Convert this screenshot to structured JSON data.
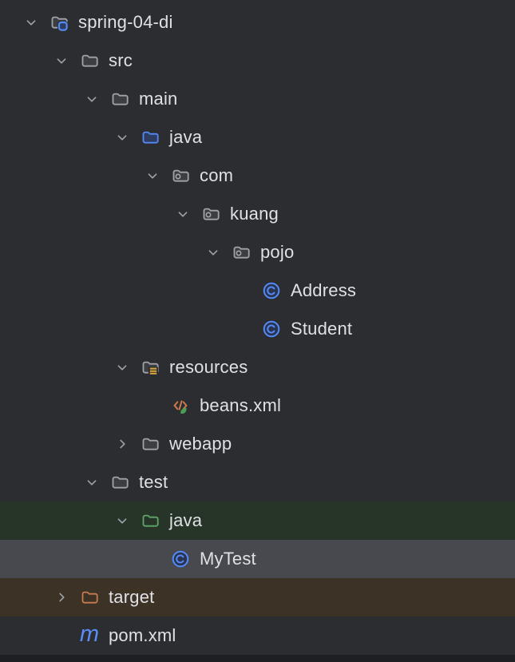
{
  "app": {
    "name": "IDE project tree panel",
    "project": "spring-04-di"
  },
  "colors": {
    "bg": "#2B2D30",
    "bottom_strip": "#1E1F22",
    "text": "#DFE1E5",
    "chevron": "#9DA0A8",
    "folder_stroke": "#A0A3AA",
    "folder_fill": "#3C3E42",
    "accent_blue": "#548AF7",
    "sources_fill": "#2E3C5F",
    "test_green": "#5FA767",
    "excluded_orange": "#C97B4F",
    "resources_yellow": "#D9A93D",
    "class_fill": "#2A3450",
    "leaf_green": "#4C9E55",
    "maven_blue": "#5C8CF5",
    "row_green": "#263528",
    "row_selected": "#47494F",
    "row_excluded": "#3D3226"
  },
  "icons": {
    "maven_glyph": "m"
  },
  "tree": {
    "rows": [
      {
        "label": "spring-04-di",
        "level": 0,
        "chevron": "down",
        "icon": "module",
        "highlight": null
      },
      {
        "label": "src",
        "level": 1,
        "chevron": "down",
        "icon": "folder",
        "highlight": null
      },
      {
        "label": "main",
        "level": 2,
        "chevron": "down",
        "icon": "folder",
        "highlight": null
      },
      {
        "label": "java",
        "level": 3,
        "chevron": "down",
        "icon": "sources-root",
        "highlight": null
      },
      {
        "label": "com",
        "level": 4,
        "chevron": "down",
        "icon": "package",
        "highlight": null
      },
      {
        "label": "kuang",
        "level": 5,
        "chevron": "down",
        "icon": "package",
        "highlight": null
      },
      {
        "label": "pojo",
        "level": 6,
        "chevron": "down",
        "icon": "package",
        "highlight": null
      },
      {
        "label": "Address",
        "level": 7,
        "chevron": null,
        "icon": "class",
        "highlight": null
      },
      {
        "label": "Student",
        "level": 7,
        "chevron": null,
        "icon": "class",
        "highlight": null
      },
      {
        "label": "resources",
        "level": 3,
        "chevron": "down",
        "icon": "resources-root",
        "highlight": null
      },
      {
        "label": "beans.xml",
        "level": 4,
        "chevron": null,
        "icon": "spring-xml",
        "highlight": null
      },
      {
        "label": "webapp",
        "level": 3,
        "chevron": "right",
        "icon": "folder",
        "highlight": null
      },
      {
        "label": "test",
        "level": 2,
        "chevron": "down",
        "icon": "folder",
        "highlight": null
      },
      {
        "label": "java",
        "level": 3,
        "chevron": "down",
        "icon": "test-sources-root",
        "highlight": "green"
      },
      {
        "label": "MyTest",
        "level": 4,
        "chevron": null,
        "icon": "class",
        "highlight": "selected"
      },
      {
        "label": "target",
        "level": 1,
        "chevron": "right",
        "icon": "excluded-folder",
        "highlight": "excluded"
      },
      {
        "label": "pom.xml",
        "level": 1,
        "chevron": null,
        "icon": "maven",
        "highlight": null
      }
    ]
  }
}
